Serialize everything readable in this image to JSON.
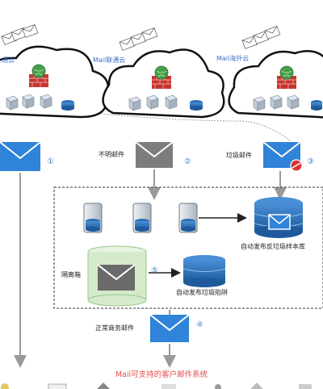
{
  "clouds": [
    {
      "label": "Mail联通云"
    },
    {
      "label": "Mail海外云"
    }
  ],
  "partial_cloud_label": "通云",
  "stage_labels": {
    "unknown_mail": "不明邮件",
    "spam_mail": "垃圾邮件",
    "normal_mail": "正常商务邮件",
    "quarantine": "隔离箱",
    "auto_publish_sample": "自动发布反垃圾样本库",
    "auto_publish_trap": "自动发布垃圾陷阱"
  },
  "step_numbers": [
    "①",
    "②",
    "③",
    "④",
    "⑤"
  ],
  "footer": "Mail可支持的客户邮件系统",
  "colors": {
    "envelope_blue": "#2f83d8",
    "envelope_gray": "#7d7d7d",
    "database_blue": "#2d6fb5",
    "quarantine_green": "#d5eacb",
    "label_blue": "#3b6fc7",
    "footer_red": "#e34b4b",
    "firewall_red": "#c8342f",
    "globe_green": "#46a04a"
  }
}
